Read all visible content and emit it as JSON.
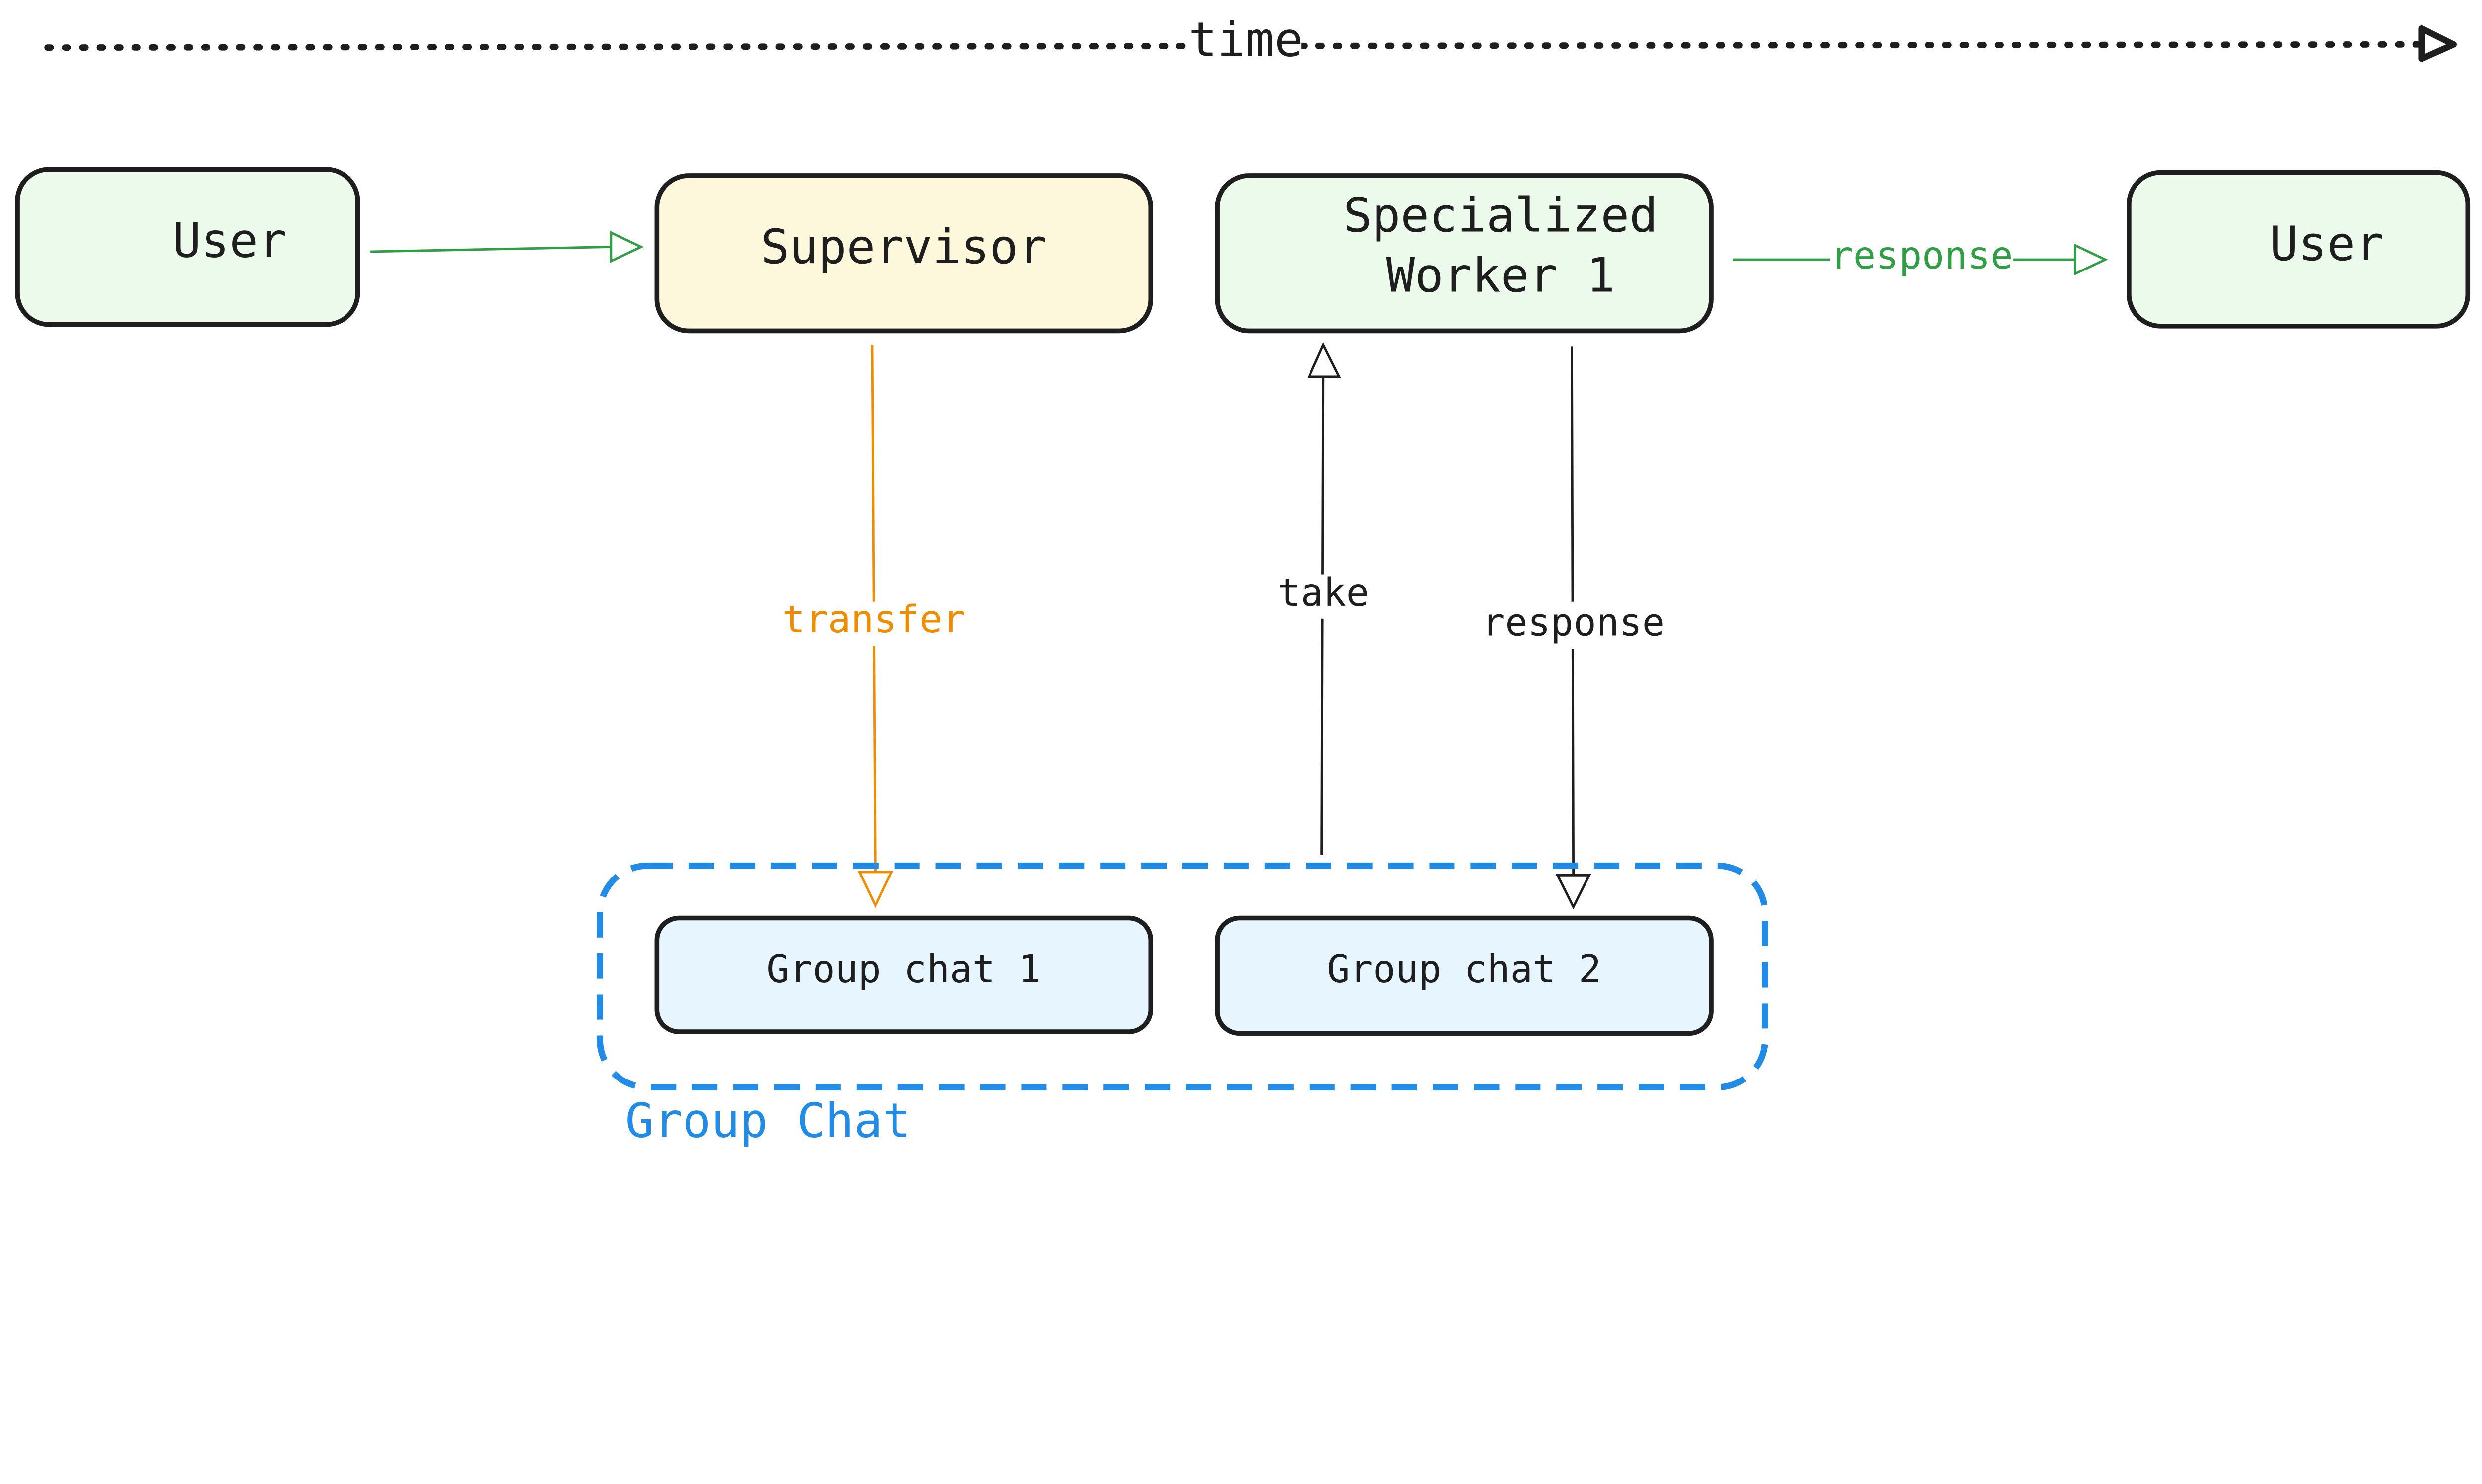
{
  "timeline": {
    "label": "time"
  },
  "nodes": {
    "user_start": {
      "label": "User"
    },
    "supervisor": {
      "label": "Supervisor"
    },
    "worker": {
      "line1": "Specialized",
      "line2": "Worker 1"
    },
    "user_end": {
      "label": "User"
    },
    "group_chat_1": {
      "label": "Group chat 1"
    },
    "group_chat_2": {
      "label": "Group chat 2"
    }
  },
  "group": {
    "label": "Group Chat"
  },
  "edges": {
    "transfer": {
      "label": "transfer"
    },
    "take": {
      "label": "take"
    },
    "response_down": {
      "label": "response"
    },
    "response_out": {
      "label": "response"
    }
  },
  "colors": {
    "green_fill": "#ebfaeb",
    "yellow_fill": "#fdf8dc",
    "blue_fill": "#e7f5ff",
    "group_border": "#228be6",
    "transfer": "#f08c00",
    "response_out": "#2f9e44",
    "stroke": "#1e1e1e"
  }
}
